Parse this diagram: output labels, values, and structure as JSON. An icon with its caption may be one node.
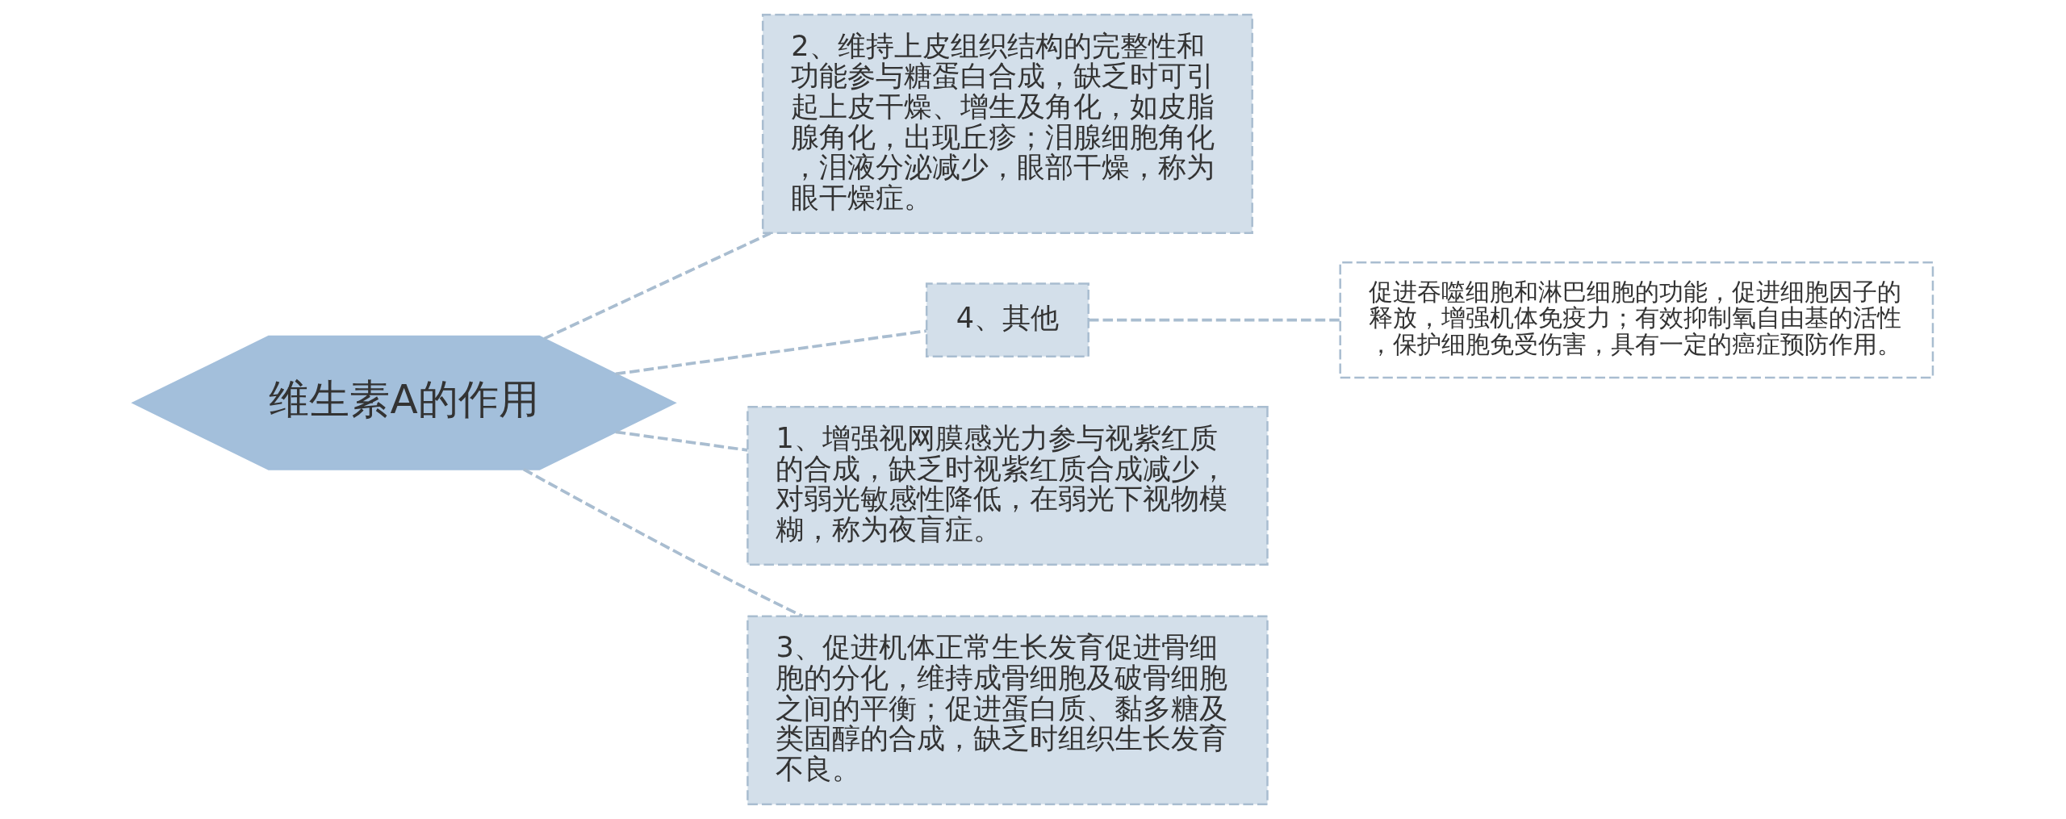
{
  "diagram": {
    "nodes": [
      {
        "text": [
          "维生素A的作用"
        ]
      },
      {
        "text": [
          "2、维持上皮组织结构的完整性和功能参与糖蛋白合成，缺乏时可引起上皮干燥、增生及角化，如皮脂腺角化，出现丘疹；泪腺细胞角化，泪液分泌减少，眼部干燥，称为眼干燥症。"
        ]
      },
      {
        "text": [
          "4、其他"
        ]
      },
      {
        "text": [
          "促进吞噬细胞和淋巴细胞的功能，促进细胞因子的释放，增强机体免疫力；有效抑制氧自由基的活性，保护细胞免受伤害，具有一定的癌症预防作用。"
        ]
      },
      {
        "text": [
          "1、增强视网膜感光力参与视紫红质的合成，缺乏时视紫红质合成减少，对弱光敏感性降低，在弱光下视物模糊，称为夜盲症。"
        ]
      },
      {
        "text": [
          "3、促进机体正常生长发育促进骨细胞的分化，维持成骨细胞及破骨细胞之间的平衡；促进蛋白质、黏多糖及类固醇的合成，缺乏时组织生长发育不良。"
        ]
      }
    ],
    "edges": [
      {
        "from": 0,
        "to": 1,
        "arrow": "none",
        "style": "dashed"
      },
      {
        "from": 0,
        "to": 2,
        "arrow": "none",
        "style": "dashed"
      },
      {
        "from": 2,
        "to": 3,
        "arrow": "none",
        "style": "dashed"
      },
      {
        "from": 0,
        "to": 4,
        "arrow": "none",
        "style": "dashed"
      },
      {
        "from": 0,
        "to": 5,
        "arrow": "none",
        "style": "dashed"
      }
    ]
  }
}
